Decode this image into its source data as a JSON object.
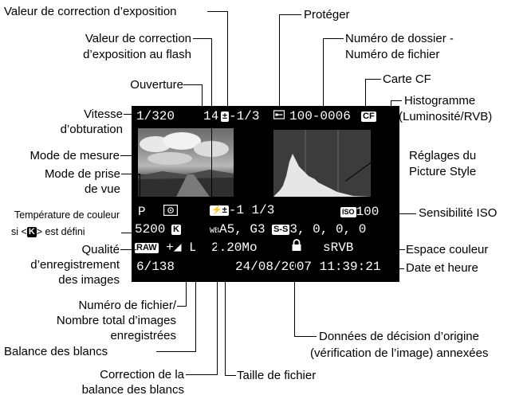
{
  "labels": {
    "exposure_comp": "Valeur de correction d’exposition",
    "protect": "Protéger",
    "flash_comp_1": "Valeur de correction",
    "flash_comp_2": "d’exposition au flash",
    "folder_file_1": "Numéro de dossier -",
    "folder_file_2": "Numéro de fichier",
    "aperture": "Ouverture",
    "cf_card": "Carte CF",
    "shutter_1": "Vitesse",
    "shutter_2": "d’obturation",
    "histogram_1": "Histogramme",
    "histogram_2": "(Luminosité/RVB)",
    "metering": "Mode de mesure",
    "shooting_mode_1": "Mode de prise",
    "shooting_mode_2": "de vue",
    "picture_style_1": "Réglages du",
    "picture_style_2": "Picture Style",
    "color_temp_1": "Température de couleur",
    "color_temp_2a": "si <",
    "color_temp_2b": "> est défini",
    "iso": "Sensibilité ISO",
    "quality_1": "Qualité",
    "quality_2": "d’enregistrement",
    "quality_3": "des images",
    "color_space": "Espace couleur",
    "date_time": "Date et heure",
    "file_number_1": "Numéro de fichier/",
    "file_number_2": "Nombre total d’images",
    "file_number_3": "enregistrées",
    "verification_1": "Données de décision d’origine",
    "verification_2": "(vérification de l’image) annexées",
    "white_balance": "Balance des blancs",
    "wb_correction_1": "Correction de la",
    "wb_correction_2": "balance des blancs",
    "file_size": "Taille de fichier"
  },
  "screen": {
    "shutter": "1/320",
    "aperture": "14",
    "exposure_comp": "-1/3",
    "folder_file": "100-0006",
    "card_icon": "CF",
    "mode": "P",
    "flash_comp": "-1 1/3",
    "iso_icon": "ISO",
    "iso": "100",
    "color_temp": "5200",
    "k_icon": "K",
    "wb_icon": "WB",
    "wb_correction": "A5, G3",
    "picture_style_icon": "S-S",
    "picture_style": "3, 0, 0, 0",
    "quality_icon": "RAW",
    "quality": "+◢ L",
    "file_size": "2.20Mo",
    "color_space": "sRVB",
    "file_count": "6/138",
    "date_time": "24/08/2007 11:39:21"
  }
}
